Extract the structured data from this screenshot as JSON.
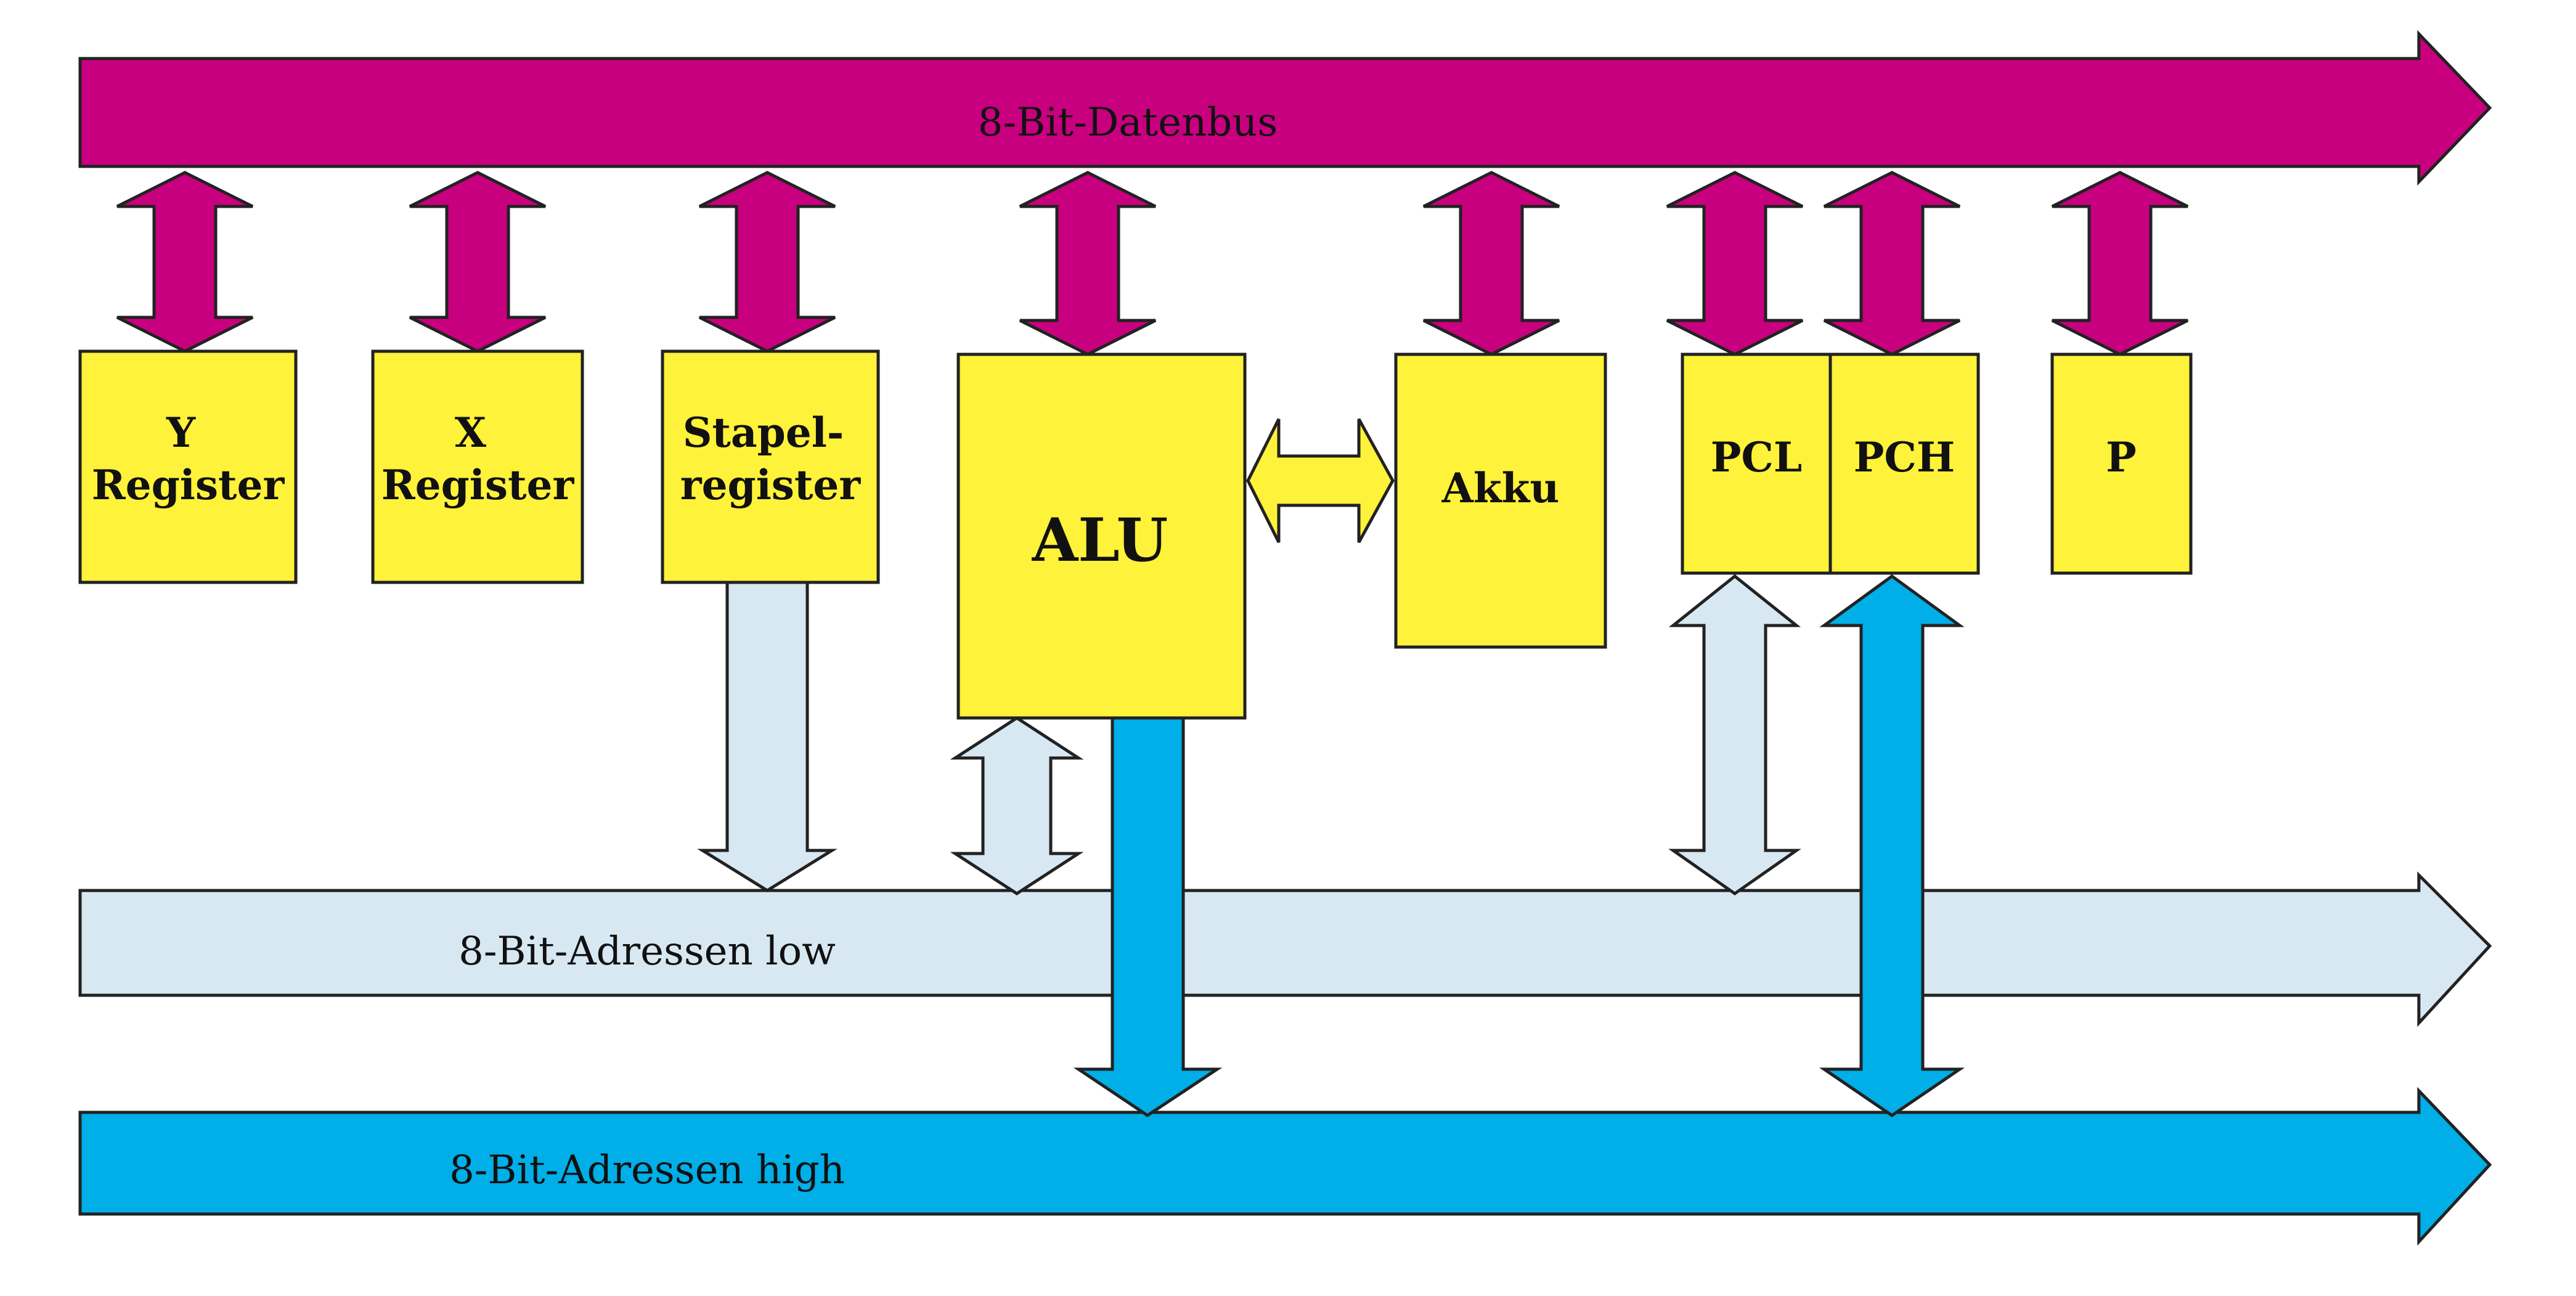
{
  "colors": {
    "data_bus": "#c8007f",
    "address_low": "#d8e8f2",
    "address_high": "#00aee8",
    "register": "#fff23a"
  },
  "buses": {
    "data": "8-Bit-Datenbus",
    "address_low": "8-Bit-Adressen low",
    "address_high": "8-Bit-Adressen high"
  },
  "registers": {
    "y": {
      "line1": "Y",
      "line2": "Register"
    },
    "x": {
      "line1": "X",
      "line2": "Register"
    },
    "stack": {
      "line1": "Stapel-",
      "line2": "register"
    },
    "alu": "ALU",
    "akku": "Akku",
    "pcl": "PCL",
    "pch": "PCH",
    "p": "P"
  }
}
